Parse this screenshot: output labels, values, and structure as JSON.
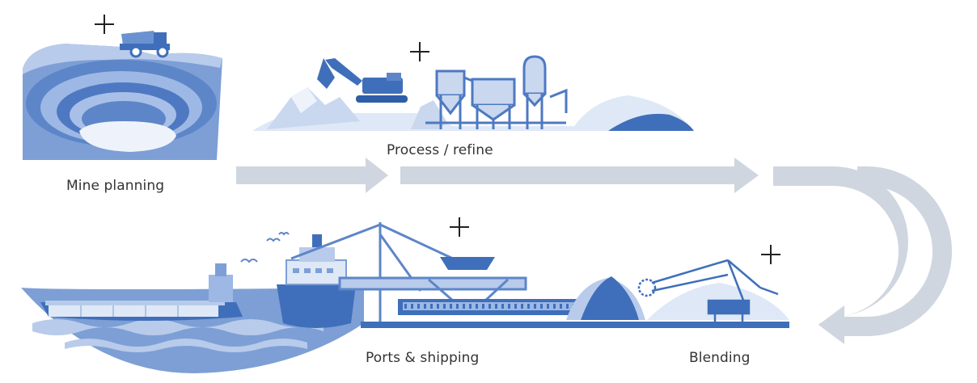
{
  "stages": [
    {
      "id": "mine-planning",
      "label": "Mine planning"
    },
    {
      "id": "process-refine",
      "label": "Process / refine"
    },
    {
      "id": "ports-shipping",
      "label": "Ports & shipping"
    },
    {
      "id": "blending",
      "label": "Blending"
    }
  ],
  "colors": {
    "arrow": "#cfd6df",
    "dark_blue": "#3f6fba",
    "mid_blue": "#7d9fd6",
    "light_blue": "#b9cbea",
    "pale_blue": "#dfe8f6",
    "ink": "#222222",
    "label_text": "#333333"
  },
  "icons": [
    "crosshair-icon",
    "haul-truck-icon",
    "excavator-icon",
    "silo-icon",
    "ship-icon",
    "crane-icon",
    "stacker-reclaimer-icon",
    "stockpile-icon",
    "bird-icon"
  ]
}
